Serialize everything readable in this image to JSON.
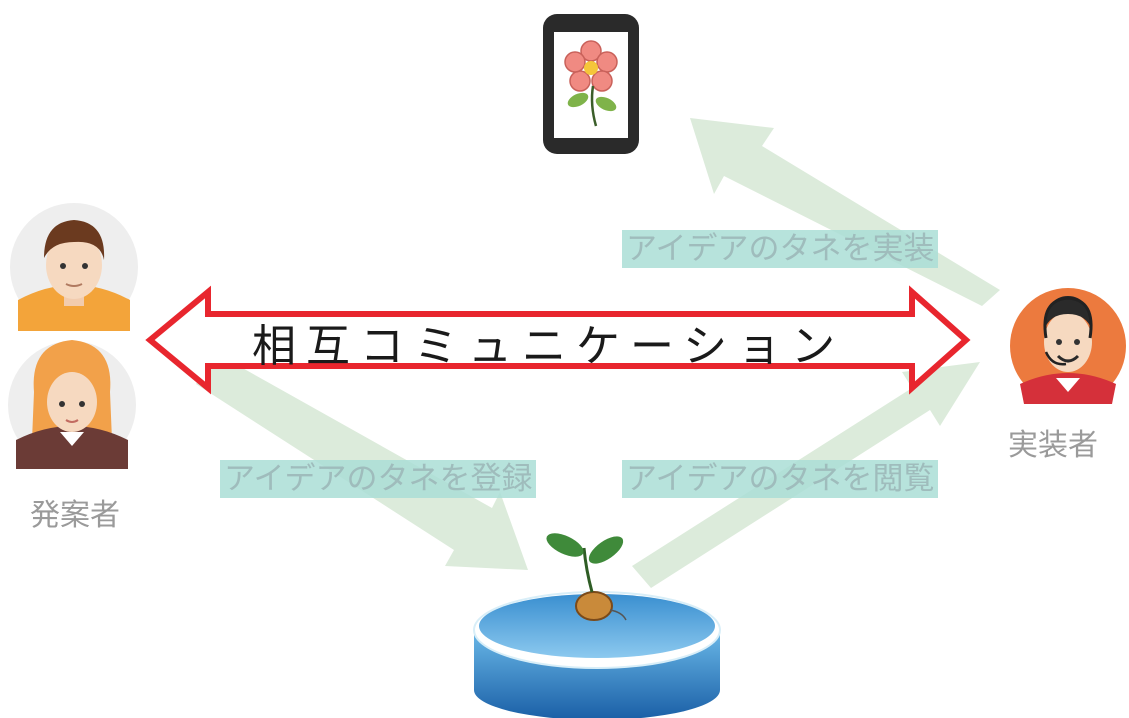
{
  "labels": {
    "center": "相互コミュニケーション",
    "implement": "アイデアのタネを実装",
    "register": "アイデアのタネを登録",
    "browse": "アイデアのタネを閲覧",
    "proposer": "発案者",
    "implementer": "実装者"
  },
  "colors": {
    "flow_arrow": "#dcebdb",
    "double_arrow": "#e8262e",
    "label_bg": "#aadfd6",
    "skin": "#f6d9c0",
    "cylinder": "#2f84c4"
  },
  "icons": [
    "smartphone-flower-icon",
    "proposer-man-avatar",
    "proposer-woman-avatar",
    "implementer-headset-avatar",
    "seed-database-icon"
  ]
}
